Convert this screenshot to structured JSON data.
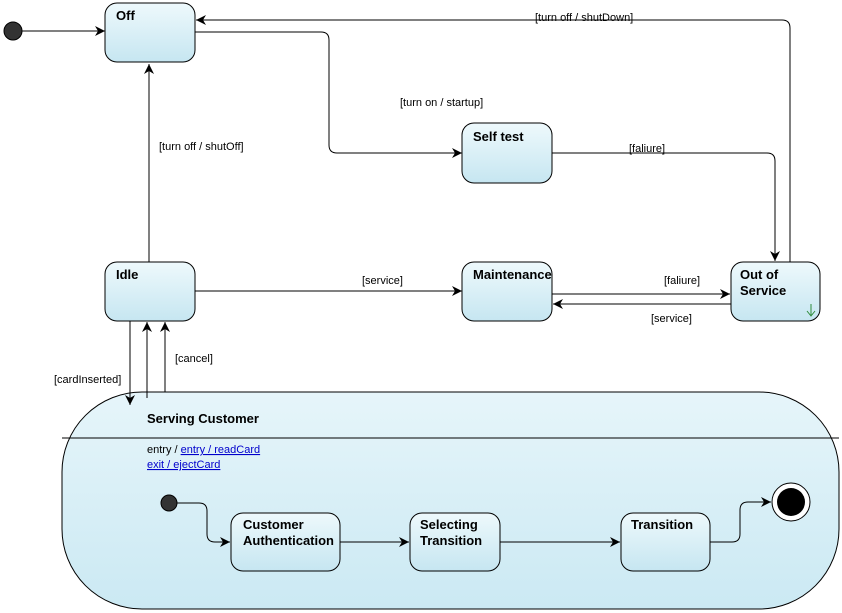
{
  "colors": {
    "state_fill_top": "#e9f7fb",
    "state_fill_bottom": "#c8e7f2",
    "stroke": "#000000",
    "link": "#0000cc",
    "marker_green": "#2e8b3a"
  },
  "states": {
    "off": "Off",
    "self_test": "Self test",
    "idle": "Idle",
    "maintenance": "Maintenance",
    "out_of_service_line1": "Out of",
    "out_of_service_line2": "Service"
  },
  "composite": {
    "title": "Serving Customer",
    "entry_prefix": "entry / ",
    "entry_action": "entry / readCard",
    "exit_action": "exit / ejectCard"
  },
  "substates": {
    "customer_auth_line1": "Customer",
    "customer_auth_line2": "Authentication",
    "selecting_line1": "Selecting",
    "selecting_line2": "Transition",
    "transition": "Transition"
  },
  "transitions": {
    "turn_off_shutdown": "[turn off / shutDown]",
    "turn_on_startup": "[turn on / startup]",
    "turn_off_shutoff": "[turn off / shutOff]",
    "failure_selftest": "[faliure]",
    "service_idle": "[service]",
    "failure_maintenance": "[faliure]",
    "service_back": "[service]",
    "cancel": "[cancel]",
    "card_inserted": "[cardInserted]"
  }
}
